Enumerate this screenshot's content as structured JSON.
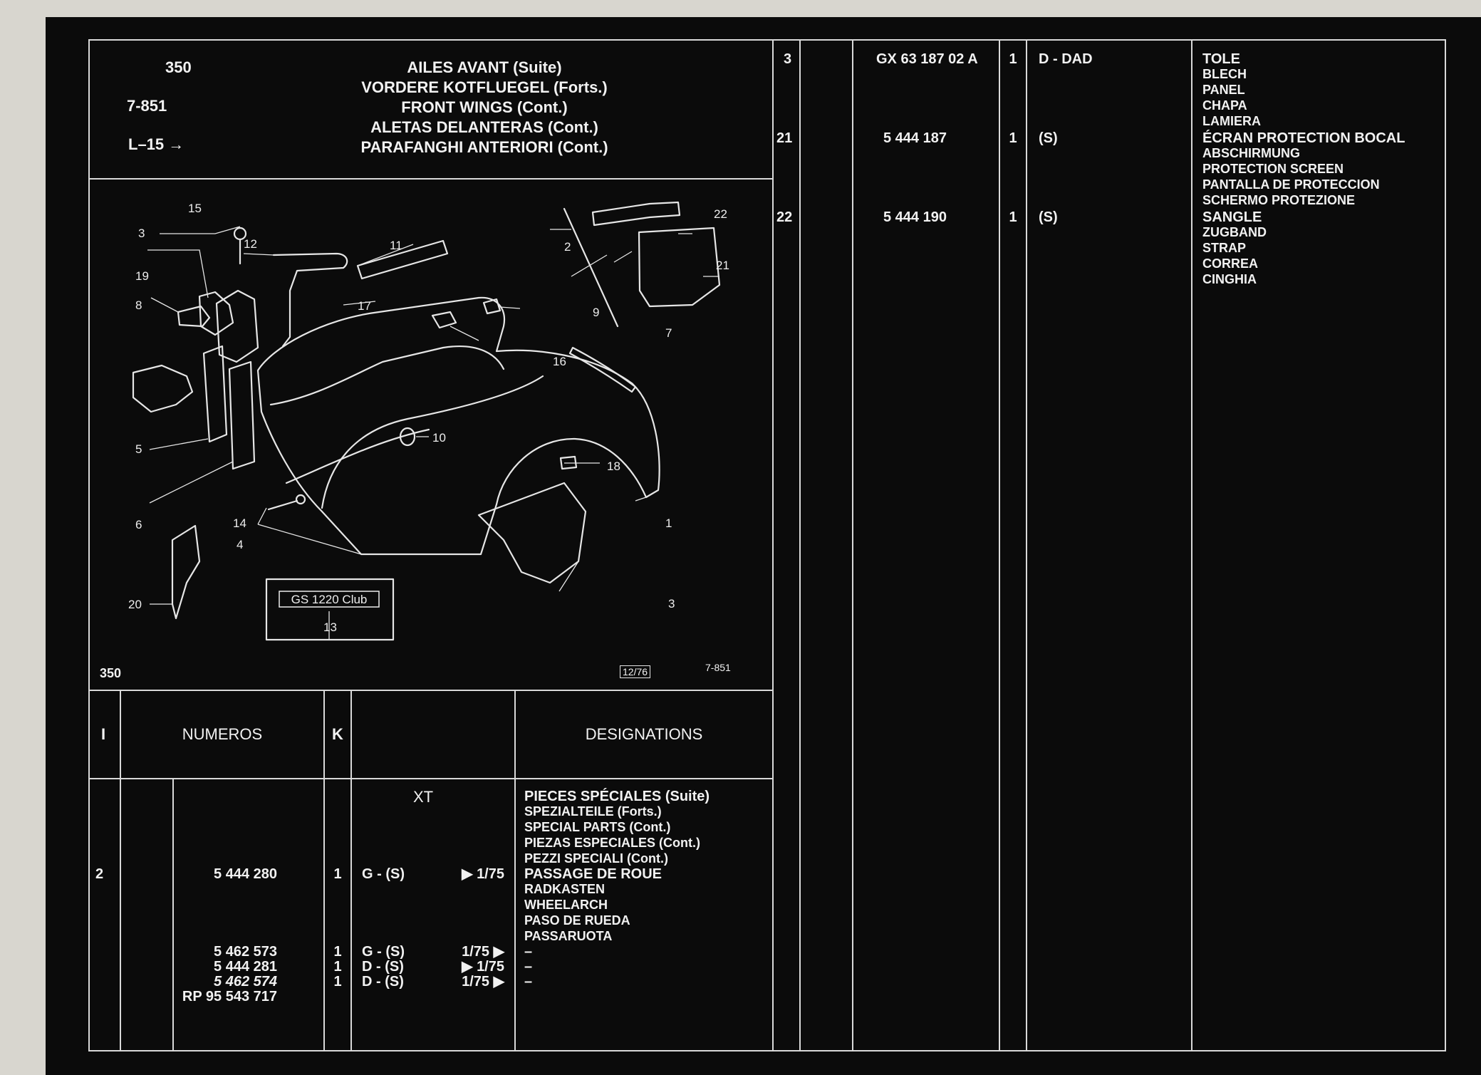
{
  "header": {
    "page_number": "350",
    "page_ref": "7-851",
    "lhd_ref": "L–15",
    "arrow_glyph": "→",
    "titles": [
      "AILES AVANT (Suite)",
      "VORDERE KOTFLUEGEL (Forts.)",
      "FRONT WINGS (Cont.)",
      "ALETAS DELANTERAS (Cont.)",
      "PARAFANGHI ANTERIORI (Cont.)"
    ]
  },
  "diagram": {
    "page_number": "350",
    "date_code": "12/76",
    "ref_code": "7-851",
    "badge_text": "GS 1220 Club",
    "callouts": [
      "15",
      "3",
      "12",
      "11",
      "22",
      "2",
      "21",
      "19",
      "8",
      "17",
      "9",
      "7",
      "16",
      "5",
      "10",
      "18",
      "6",
      "14",
      "1",
      "4",
      "20",
      "13",
      "3"
    ]
  },
  "table_header": {
    "col_index": "I",
    "col_numeros": "NUMEROS",
    "col_k": "K",
    "col_designations": "DESIGNATIONS"
  },
  "left_rows": {
    "model": "XT",
    "group_designations": [
      "PIECES SPÉCIALES (Suite)",
      "SPEZIALTEILE (Forts.)",
      "SPECIAL PARTS (Cont.)",
      "PIEZAS ESPECIALES (Cont.)",
      "PEZZI SPECIALI (Cont.)"
    ],
    "item2": {
      "index": "2",
      "number": "5 444 280",
      "qty": "1",
      "code": "G - (S)",
      "date": "▶ 1/75",
      "designations": [
        "PASSAGE DE ROUE",
        "RADKASTEN",
        "WHEELARCH",
        "PASO DE RUEDA",
        "PASSARUOTA"
      ]
    },
    "variants": [
      {
        "number": "5 462 573",
        "qty": "1",
        "code": "G - (S)",
        "date": "1/75 ▶",
        "designation": "–"
      },
      {
        "number": "5 444 281",
        "qty": "1",
        "code": "D - (S)",
        "date": "▶ 1/75",
        "designation": "–"
      },
      {
        "number": "5 462 574",
        "qty": "1",
        "code": "D - (S)",
        "date": "1/75 ▶",
        "designation": "–"
      },
      {
        "number": "RP 95 543 717",
        "qty": "",
        "code": "",
        "date": "",
        "designation": ""
      }
    ]
  },
  "right_rows": [
    {
      "index": "3",
      "number": "GX 63 187 02 A",
      "qty": "1",
      "code": "D - DAD",
      "designations": [
        "TOLE",
        "BLECH",
        "PANEL",
        "CHAPA",
        "LAMIERA"
      ]
    },
    {
      "index": "21",
      "number": "5 444 187",
      "qty": "1",
      "code": "(S)",
      "designations": [
        "ÉCRAN PROTECTION BOCAL",
        "ABSCHIRMUNG",
        "PROTECTION SCREEN",
        "PANTALLA DE PROTECCION",
        "SCHERMO PROTEZIONE"
      ]
    },
    {
      "index": "22",
      "number": "5 444 190",
      "qty": "1",
      "code": "(S)",
      "designations": [
        "SANGLE",
        "ZUGBAND",
        "STRAP",
        "CORREA",
        "CINGHIA"
      ]
    }
  ],
  "colors": {
    "film": "#0b0b0b",
    "ink": "#f2f2f2",
    "border": "#d8d6cf"
  }
}
